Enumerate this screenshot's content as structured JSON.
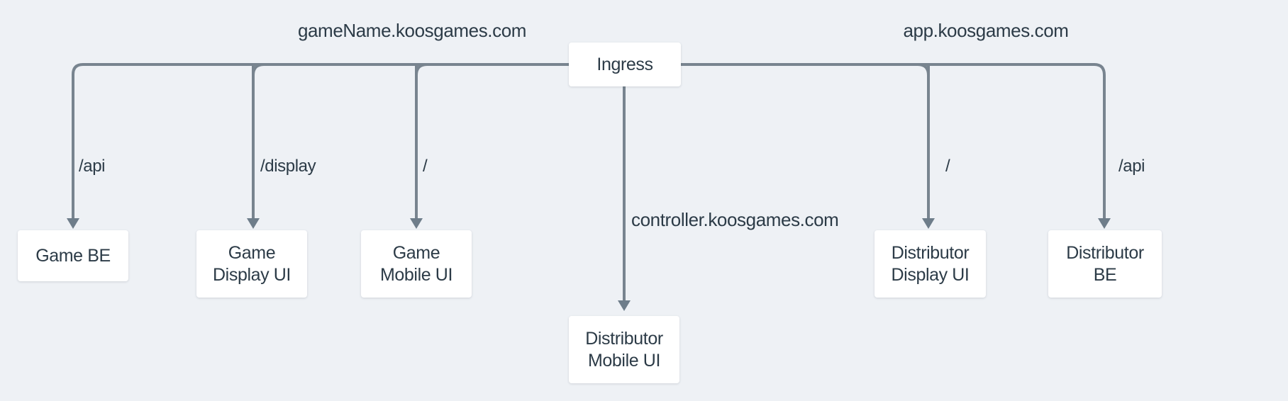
{
  "diagram": {
    "background_color": "#eef1f5",
    "line_color": "#78848f",
    "arrow_color": "#6e7d8a",
    "text_color": "#2c3b47",
    "node_background_color": "#ffffff"
  },
  "hostnames": {
    "game": "gameName.koosgames.com",
    "app": "app.koosgames.com",
    "controller": "controller.koosgames.com"
  },
  "routes": {
    "game_be": "/api",
    "game_display_ui": "/display",
    "game_mobile_ui": "/",
    "distributor_display_ui": "/",
    "distributor_be": "/api"
  },
  "nodes": {
    "ingress": {
      "line1": "Ingress"
    },
    "game_be": {
      "line1": "Game BE"
    },
    "game_display_ui": {
      "line1": "Game",
      "line2": "Display UI"
    },
    "game_mobile_ui": {
      "line1": "Game",
      "line2": "Mobile UI"
    },
    "distributor_mobile_ui": {
      "line1": "Distributor",
      "line2": "Mobile UI"
    },
    "distributor_display_ui": {
      "line1": "Distributor",
      "line2": "Display UI"
    },
    "distributor_be": {
      "line1": "Distributor",
      "line2": "BE"
    }
  }
}
